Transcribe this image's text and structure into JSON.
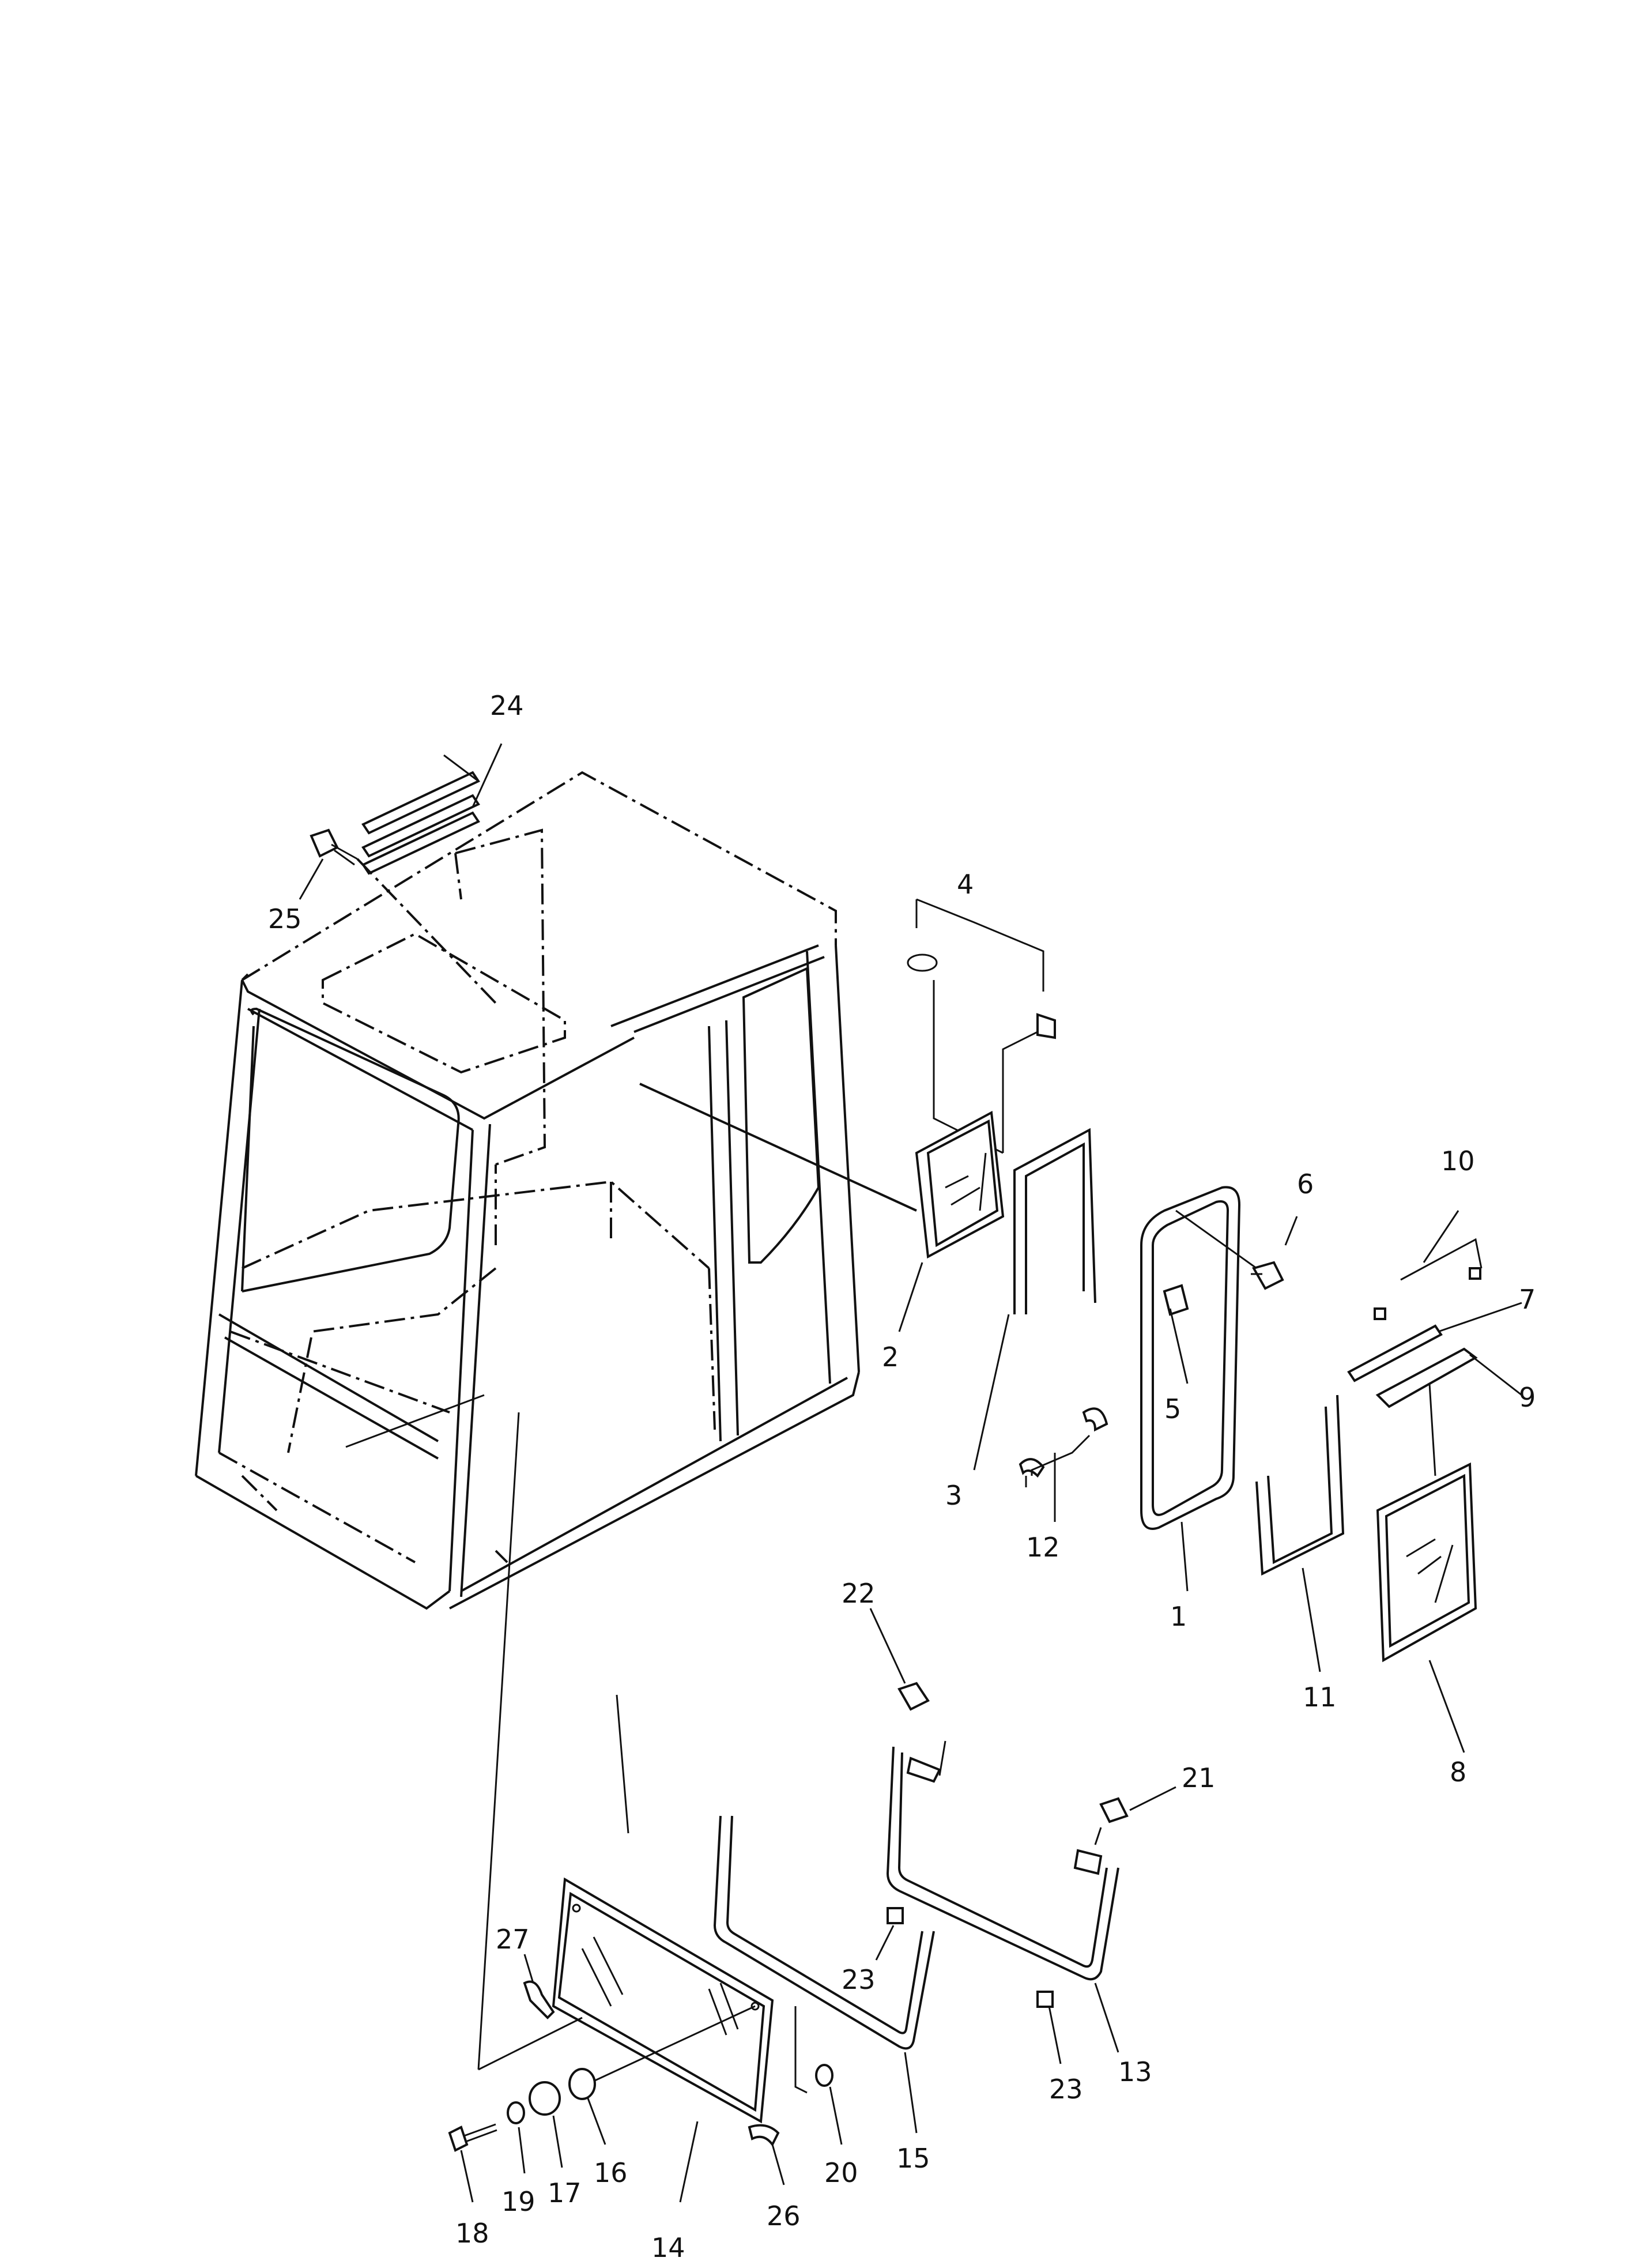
{
  "diagram": {
    "callouts": [
      "1",
      "2",
      "3",
      "4",
      "5",
      "6",
      "7",
      "8",
      "9",
      "10",
      "11",
      "12",
      "13",
      "14",
      "15",
      "16",
      "17",
      "18",
      "19",
      "20",
      "21",
      "22",
      "23",
      "23",
      "24",
      "25",
      "26",
      "27"
    ]
  }
}
